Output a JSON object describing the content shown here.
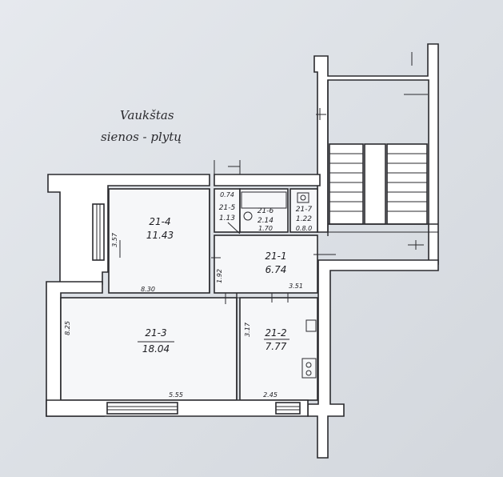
{
  "annotation": {
    "line1": "Vaukštas",
    "line2": "sienos - plytų"
  },
  "rooms": [
    {
      "id": "21-4",
      "area": "11.43"
    },
    {
      "id": "21-1",
      "area": "6.74"
    },
    {
      "id": "21-3",
      "area": "18.04"
    },
    {
      "id": "21-2",
      "area": "7.77"
    },
    {
      "id": "21-5",
      "area": "1.13"
    },
    {
      "id": "21-6",
      "area": "2.14"
    },
    {
      "id": "21-7",
      "area": "1.22"
    }
  ],
  "dimensions": {
    "d_074": "0.74",
    "d_357": "3.57",
    "d_330": "8.30",
    "d_192": "1.92",
    "d_351": "3.51",
    "d_825": "8.25",
    "d_317": "3.17",
    "d_555": "5.55",
    "d_245": "2.45",
    "d_170": "1.70",
    "d_080": "0.8.0"
  },
  "colors": {
    "paper": "#e2e5ea",
    "ink": "#2a2a2e",
    "wall_fill": "#ffffff"
  }
}
